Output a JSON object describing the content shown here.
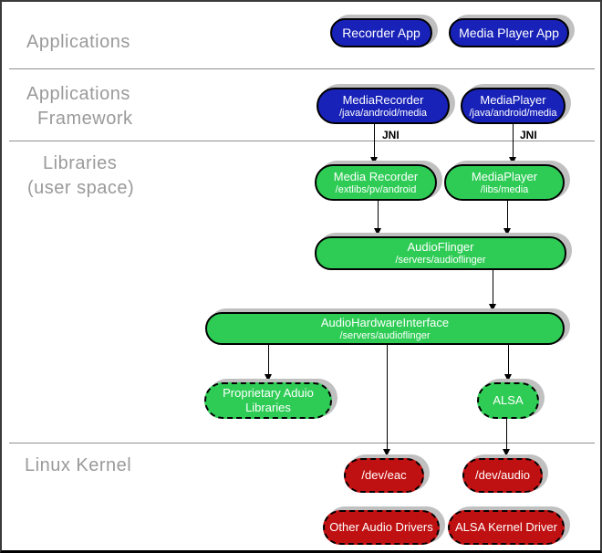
{
  "diagram": "Android audio system architecture",
  "colors": {
    "app_blue": "#1822b8",
    "library_green": "#2ecc55",
    "kernel_red": "#c01112",
    "shadow_gray": "#c0c0c0",
    "layer_label_gray": "#9a9a9a",
    "divider_gray": "#8f8f8f"
  },
  "layers": {
    "applications": {
      "line1": "Applications"
    },
    "framework": {
      "line1": "Applications",
      "line2": "Framework"
    },
    "libraries": {
      "line1": "Libraries",
      "line2": "(user space)"
    },
    "kernel": {
      "line1": "Linux Kernel"
    }
  },
  "nodes": {
    "recorder_app": {
      "title": "Recorder App"
    },
    "media_player_app": {
      "title": "Media Player App"
    },
    "mediarecorder_fw": {
      "title": "MediaRecorder",
      "subtitle": "/java/android/media"
    },
    "mediaplayer_fw": {
      "title": "MediaPlayer",
      "subtitle": "/java/android/media"
    },
    "media_recorder_lib": {
      "title": "Media Recorder",
      "subtitle": "/extlibs/pv/android"
    },
    "mediaplayer_lib": {
      "title": "MediaPlayer",
      "subtitle": "/libs/media"
    },
    "audioflinger": {
      "title": "AudioFlinger",
      "subtitle": "/servers/audioflinger"
    },
    "audiohardwareinterface": {
      "title": "AudioHardwareInterface",
      "subtitle": "/servers/audioflinger"
    },
    "proprietary_audio_libs": {
      "title": "Proprietary Aduio",
      "line2": "Libraries"
    },
    "alsa": {
      "title": "ALSA"
    },
    "dev_eac": {
      "title": "/dev/eac"
    },
    "dev_audio": {
      "title": "/dev/audio"
    },
    "other_audio_drivers": {
      "title": "Other Audio Drivers"
    },
    "alsa_kernel_driver": {
      "title": "ALSA Kernel Driver"
    }
  },
  "edge_labels": {
    "jni_left": "JNI",
    "jni_right": "JNI"
  }
}
